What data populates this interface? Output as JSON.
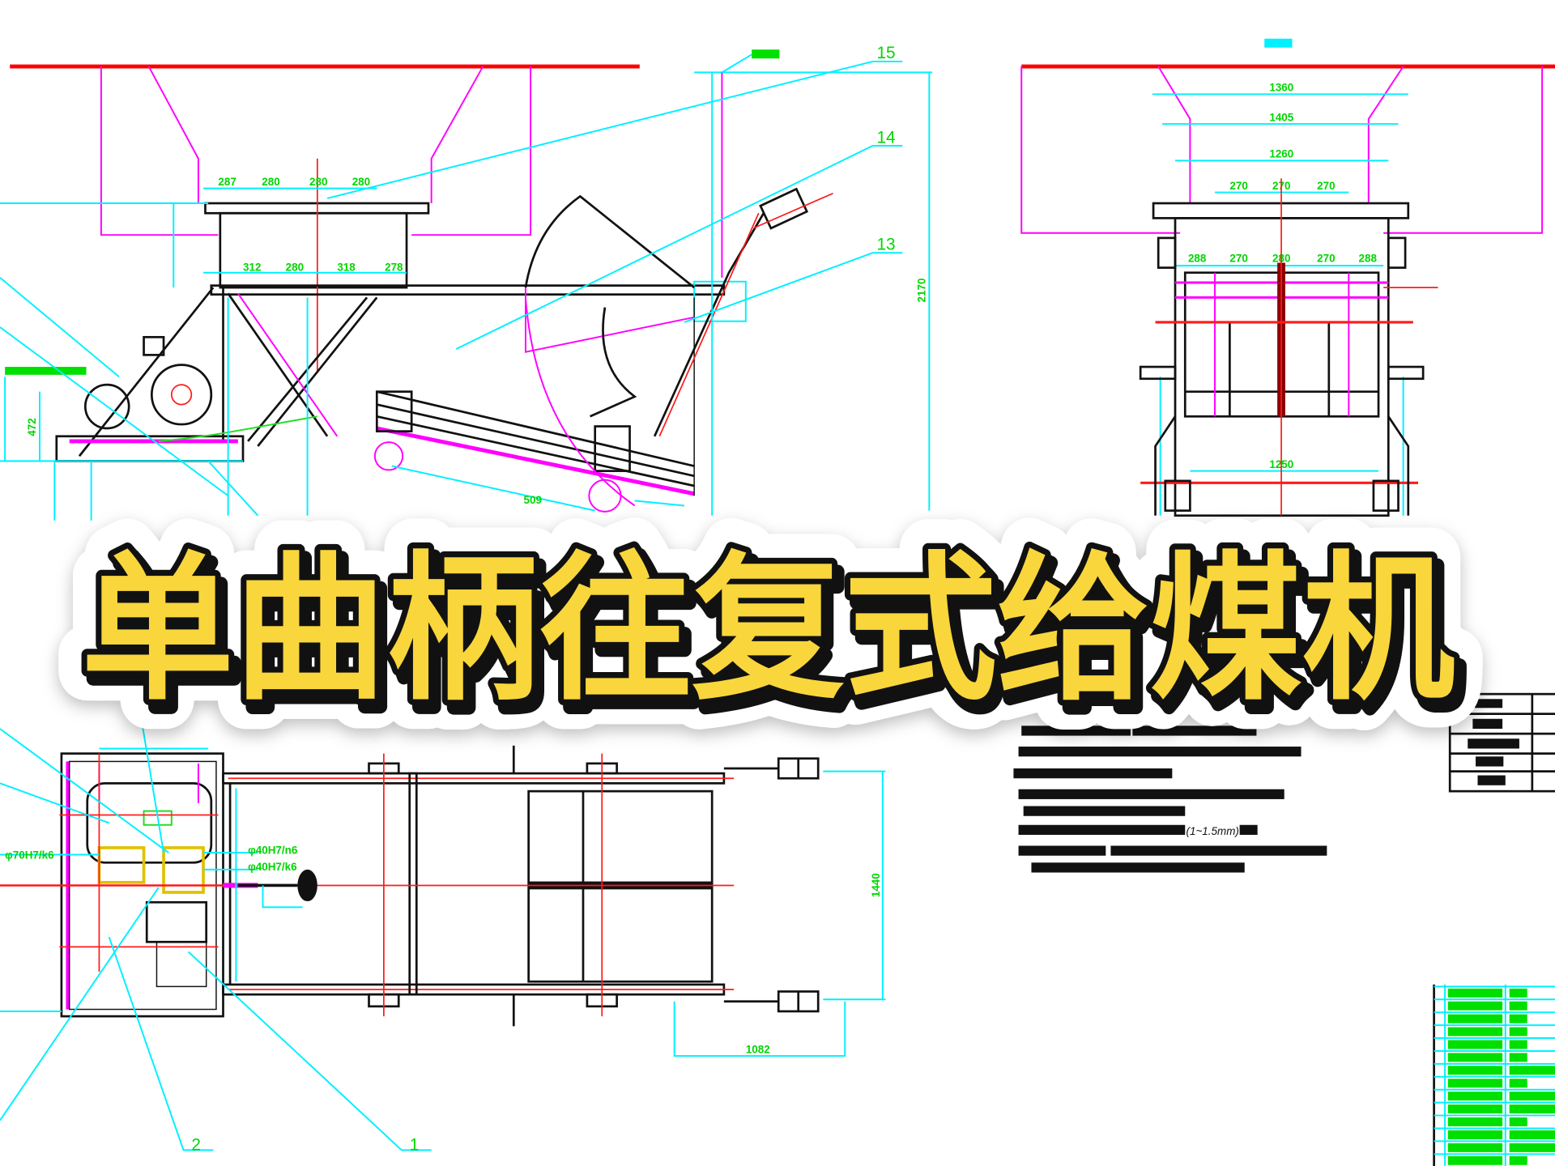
{
  "title": "单曲柄往复式给煤机",
  "colors": {
    "title_fill": "#f9d63c",
    "title_outline": "#111111",
    "sticker": "#ffffff",
    "centerline": "#ff0000",
    "hopper": "#ff00ff",
    "dimension": "#00f0ff",
    "dimension_text": "#00d600",
    "outline": "#111111"
  },
  "side_view": {
    "dims": [
      "287",
      "280",
      "280",
      "280",
      "312",
      "280",
      "318",
      "278",
      "2170",
      "509",
      "472"
    ],
    "balloons": [
      "15",
      "14",
      "13"
    ]
  },
  "front_view": {
    "dims": [
      "1360",
      "1405",
      "1260",
      "270",
      "270",
      "270",
      "288",
      "270",
      "280",
      "270",
      "288",
      "1250"
    ]
  },
  "plan_view": {
    "dims": [
      "φ70H7/k6",
      "φ40H7/n6",
      "φ40H7/k6",
      "1440",
      "1082"
    ],
    "balloons": [
      "2",
      "1"
    ]
  },
  "notes": {
    "visible_fragment": "(1~1.5mm)"
  }
}
